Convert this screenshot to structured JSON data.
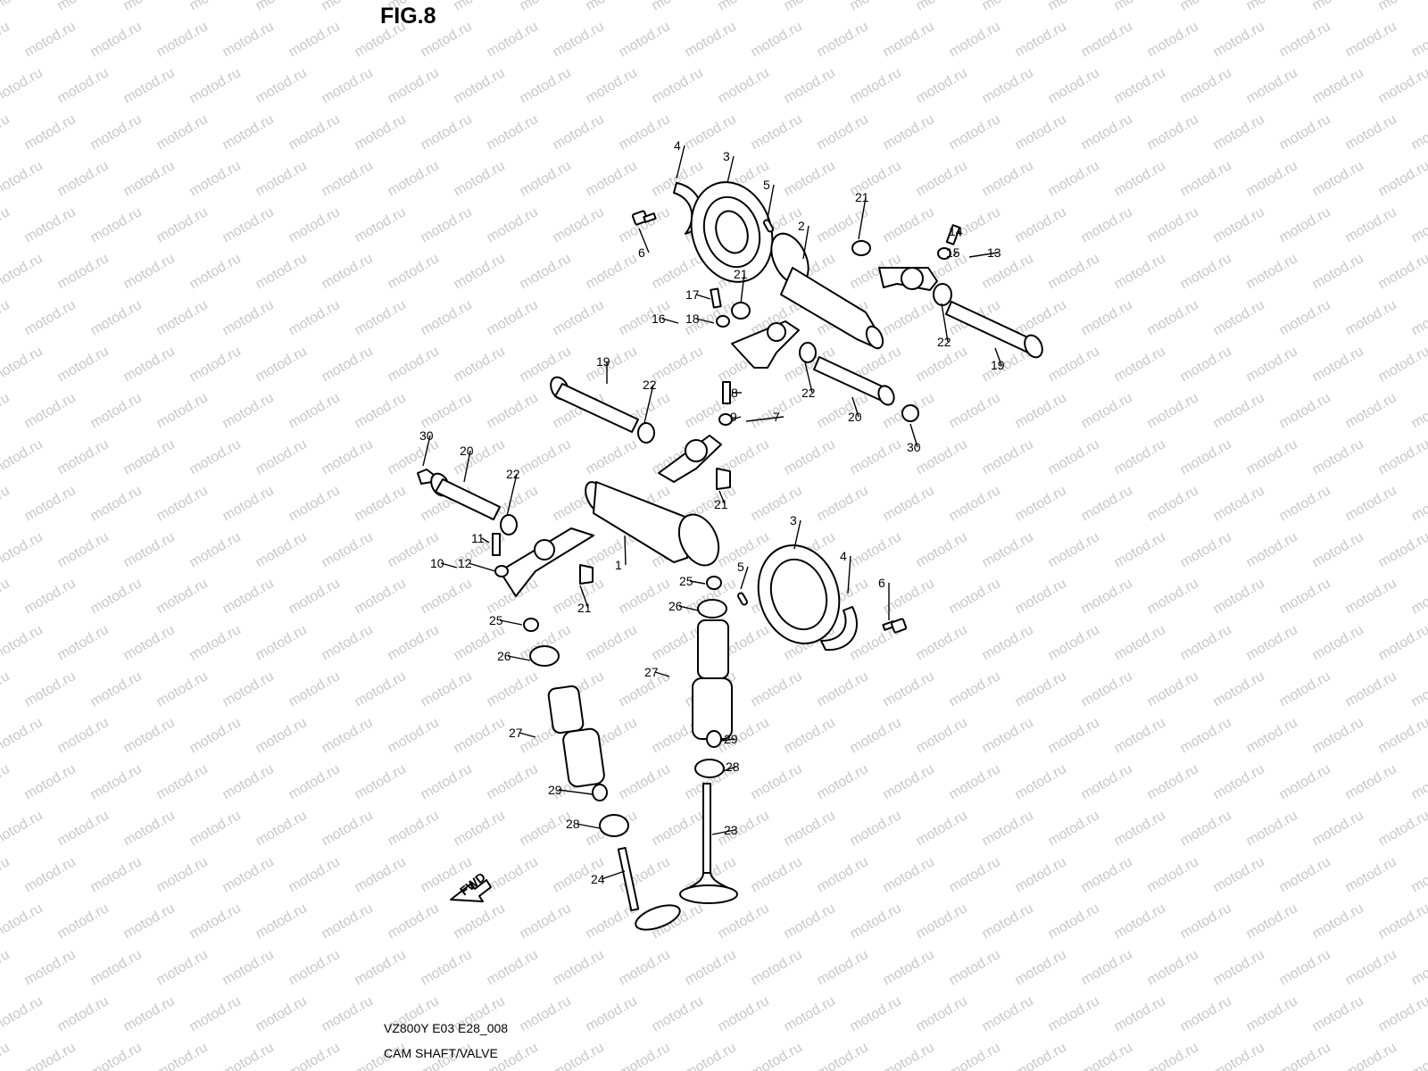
{
  "figure": {
    "title": "FIG.8",
    "model_code": "VZ800Y E03 E28_008",
    "section": "CAM SHAFT/VALVE",
    "watermark": "motod.ru",
    "fwd_label": "FWD"
  },
  "part_callouts": [
    "1",
    "2",
    "3",
    "3",
    "4",
    "4",
    "5",
    "5",
    "6",
    "6",
    "7",
    "8",
    "9",
    "10",
    "11",
    "12",
    "13",
    "14",
    "15",
    "16",
    "17",
    "18",
    "19",
    "19",
    "20",
    "20",
    "21",
    "21",
    "21",
    "21",
    "22",
    "22",
    "22",
    "22",
    "23",
    "24",
    "25",
    "25",
    "26",
    "26",
    "27",
    "27",
    "28",
    "28",
    "29",
    "29",
    "30",
    "30"
  ],
  "colors": {
    "ink": "#000000",
    "watermark": "#c8c8c8",
    "background": "#ffffff"
  }
}
